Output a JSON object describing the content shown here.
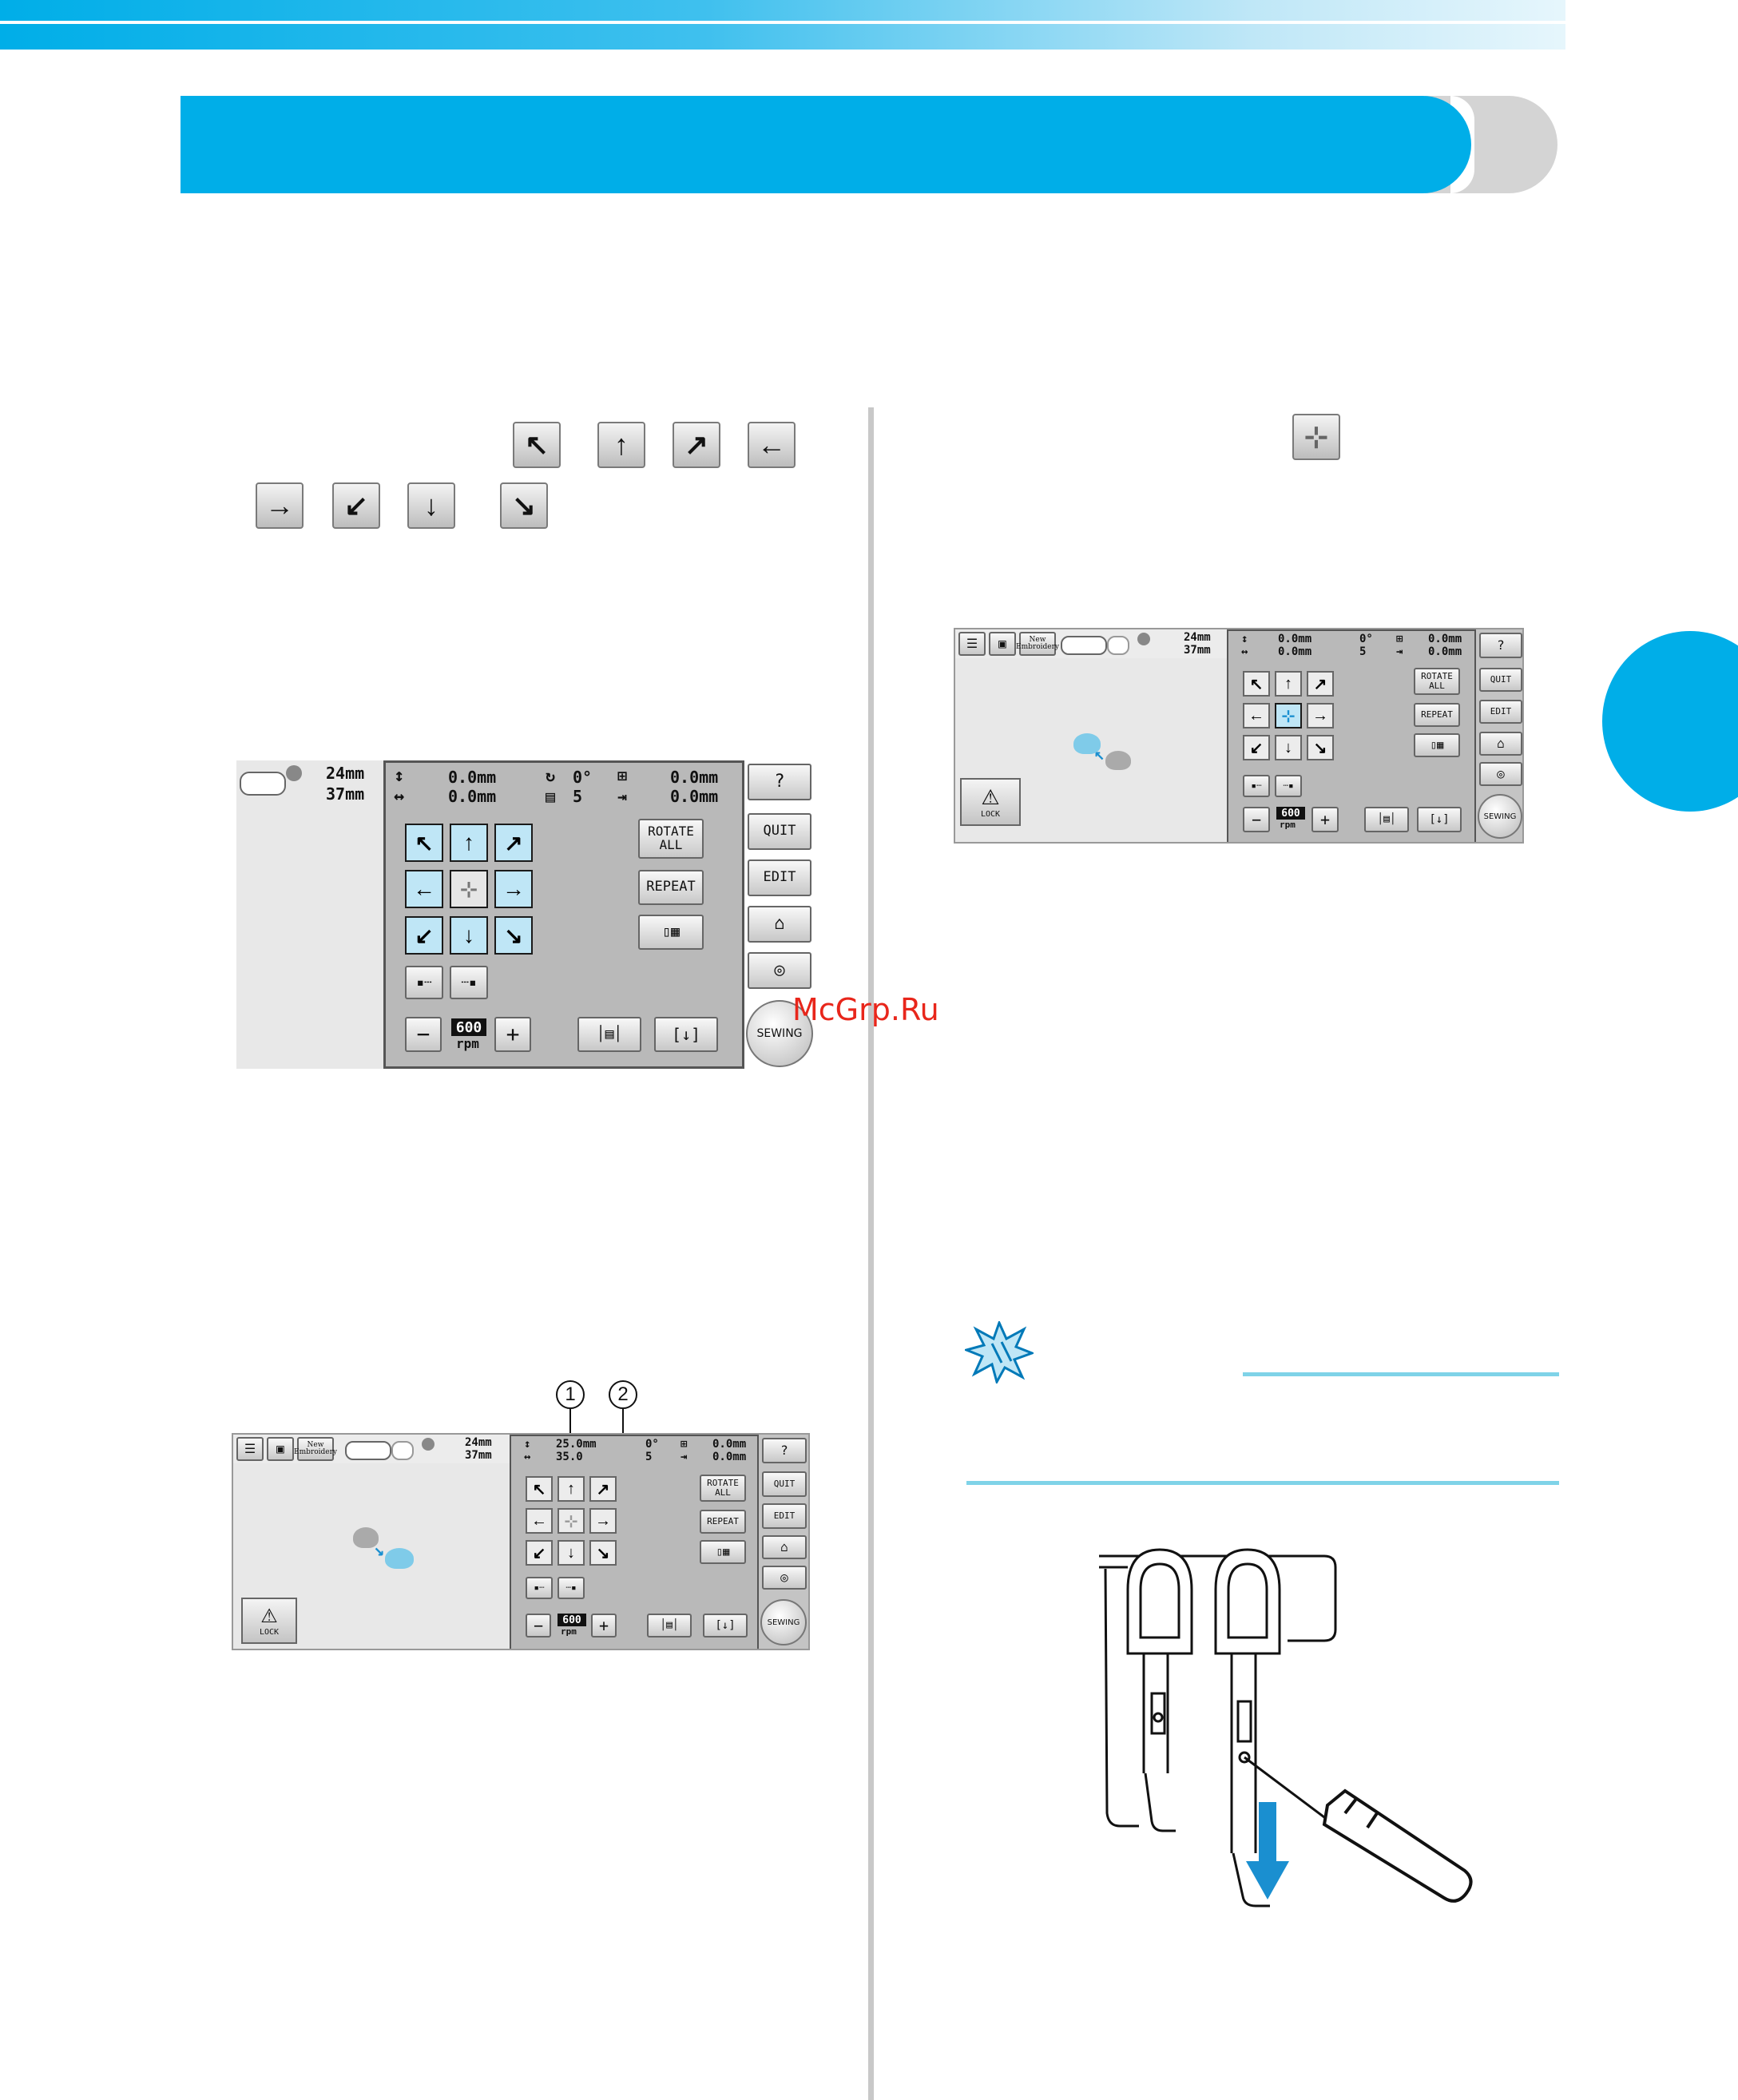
{
  "inline_keys_left": [
    "↖",
    "↑",
    "↗",
    "←",
    "→",
    "↙",
    "↓",
    "↘"
  ],
  "inline_key_right": "⊹",
  "screen_a": {
    "height_value": "24mm",
    "width_value": "37mm",
    "vert_offset": "0.0mm",
    "horiz_offset": "0.0mm",
    "angle": "0°",
    "color_count": "5",
    "density_v": "0.0mm",
    "density_h": "0.0mm",
    "rotate_all": "ROTATE\nALL",
    "repeat": "REPEAT",
    "quit": "QUIT",
    "edit": "EDIT",
    "sewing": "SEWING",
    "speed": "600",
    "rpm": "rpm",
    "minus": "−",
    "plus": "+"
  },
  "screen_b": {
    "new_embroidery": "New\nEmbroidery",
    "height_value": "24mm",
    "width_value": "37mm",
    "vert_offset": "25.0mm",
    "horiz_offset": "35.0",
    "angle": "0°",
    "color_count": "5",
    "density_v": "0.0mm",
    "density_h": "0.0mm",
    "rotate_all": "ROTATE\nALL",
    "repeat": "REPEAT",
    "quit": "QUIT",
    "edit": "EDIT",
    "sewing": "SEWING",
    "speed": "600",
    "rpm": "rpm",
    "lock": "LOCK",
    "minus": "−",
    "plus": "+",
    "callout_1": "1",
    "callout_2": "2"
  },
  "screen_c": {
    "new_embroidery": "New\nEmbroidery",
    "height_value": "24mm",
    "width_value": "37mm",
    "vert_offset": "0.0mm",
    "horiz_offset": "0.0mm",
    "angle": "0°",
    "color_count": "5",
    "density_v": "0.0mm",
    "density_h": "0.0mm",
    "rotate_all": "ROTATE\nALL",
    "repeat": "REPEAT",
    "quit": "QUIT",
    "edit": "EDIT",
    "sewing": "SEWING",
    "speed": "600",
    "rpm": "rpm",
    "lock": "LOCK",
    "minus": "−",
    "plus": "+"
  },
  "watermark": "McGrp.Ru",
  "colors": {
    "accent": "#00aee8",
    "key_highlight": "#bfe6f6",
    "note_line": "#7fd3e8",
    "watermark": "#e8261b"
  }
}
